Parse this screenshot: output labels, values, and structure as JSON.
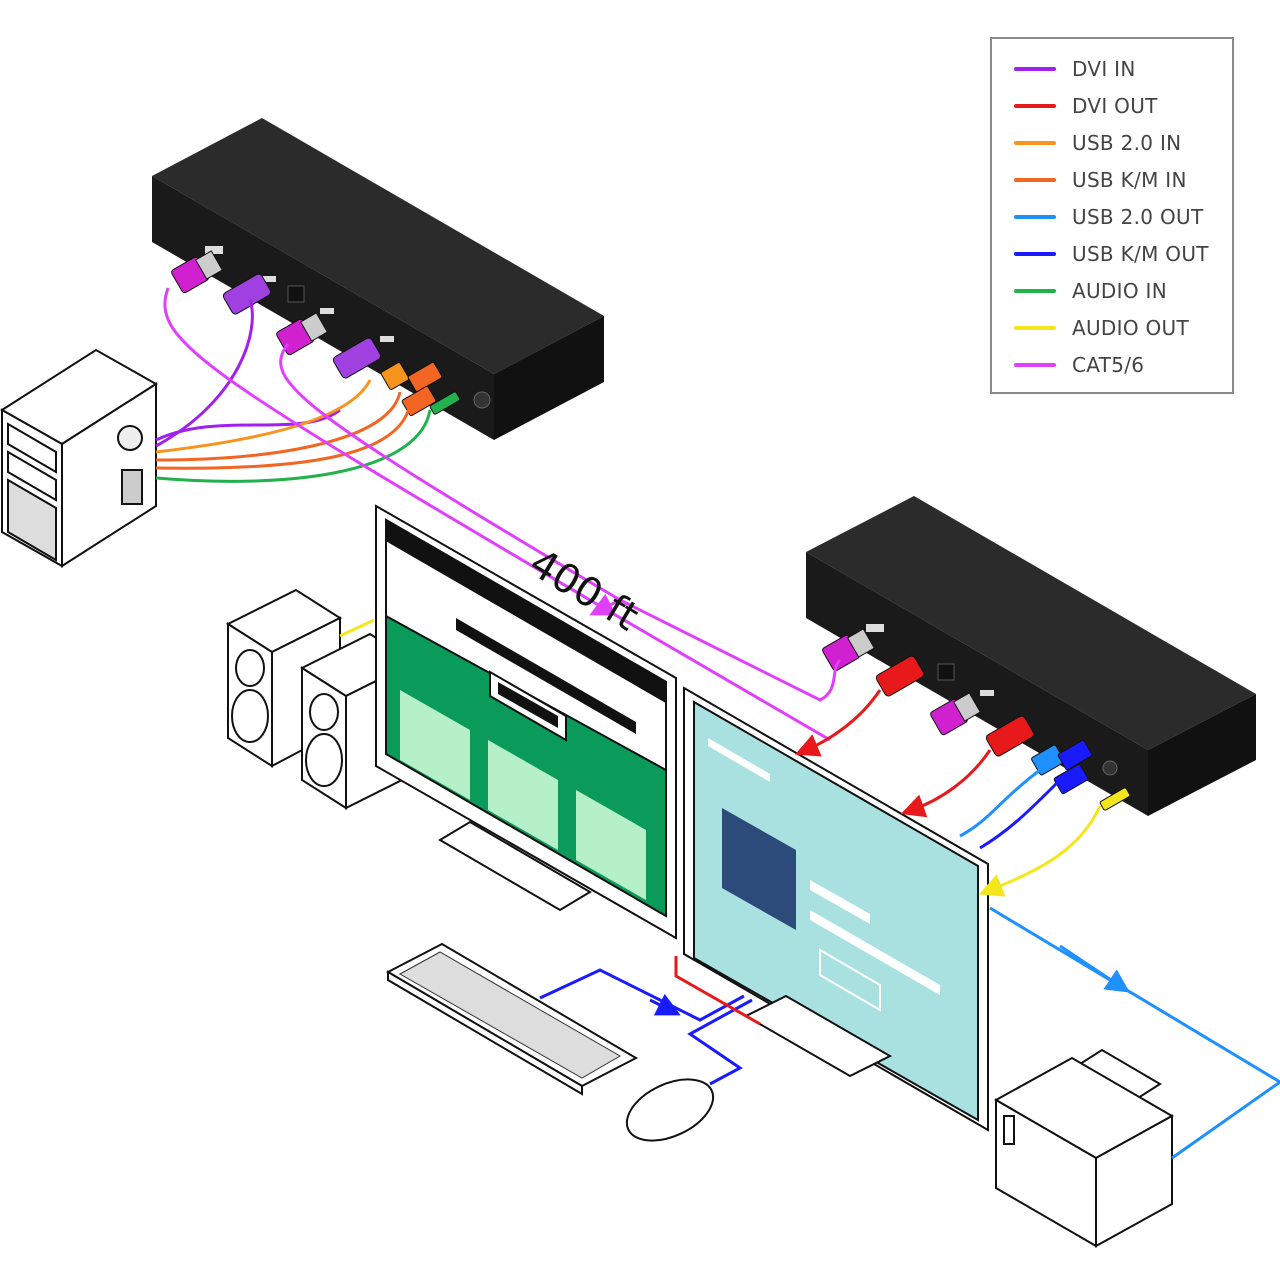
{
  "distance_label": "400 ft",
  "legend": [
    {
      "label": "DVI IN",
      "color": "#a020f0"
    },
    {
      "label": "DVI OUT",
      "color": "#e8191b"
    },
    {
      "label": "USB 2.0 IN",
      "color": "#f7941d"
    },
    {
      "label": "USB K/M IN",
      "color": "#f26522"
    },
    {
      "label": "USB 2.0 OUT",
      "color": "#1e90ff"
    },
    {
      "label": "USB K/M OUT",
      "color": "#1a1aff"
    },
    {
      "label": "AUDIO IN",
      "color": "#22b14c"
    },
    {
      "label": "AUDIO OUT",
      "color": "#f5e61c"
    },
    {
      "label": "CAT5/6",
      "color": "#e040fb"
    }
  ],
  "colors": {
    "unit": "#1c1c1c",
    "unit_top": "#2b2b2b",
    "screen_left_green": "#0a9a5a",
    "screen_right": "#a9e0e0",
    "screen_right_block": "#2c4a7a"
  }
}
